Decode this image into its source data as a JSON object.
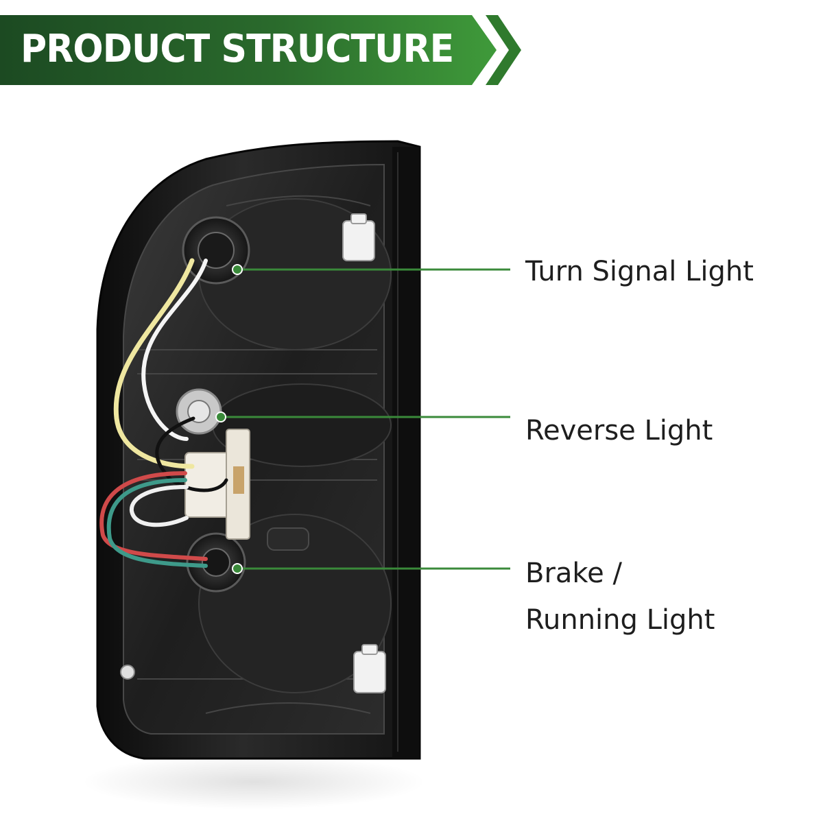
{
  "header": {
    "title": "PRODUCT STRUCTURE",
    "colors": {
      "banner_dark": "#1c4a22",
      "banner_light": "#3f9a3a",
      "chevron": "#2f7a2d"
    }
  },
  "callouts": [
    {
      "id": "turn-signal",
      "lines": [
        "Turn Signal Light"
      ]
    },
    {
      "id": "reverse",
      "lines": [
        "Reverse Light"
      ]
    },
    {
      "id": "brake-running",
      "lines": [
        "Brake /",
        "Running Light"
      ]
    }
  ],
  "style": {
    "callout_line_color": "#3a8a3a",
    "callout_text_color": "#1e1e1e"
  }
}
